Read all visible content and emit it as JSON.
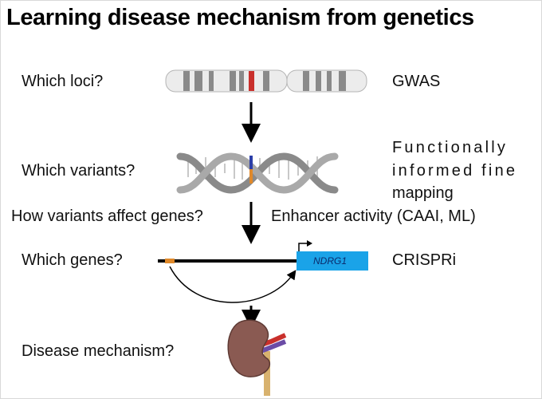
{
  "title": "Learning disease mechanism from genetics",
  "questions": {
    "loci": "Which loci?",
    "variants": "Which variants?",
    "affect": "How variants affect genes?",
    "genes": "Which genes?",
    "mechanism": "Disease mechanism?"
  },
  "methods": {
    "gwas": "GWAS",
    "fine_mapping_line1": "Functionally",
    "fine_mapping_line2": "informed fine",
    "fine_mapping_line3": "mapping",
    "enhancer": "Enhancer activity (CAAI, ML)",
    "crispri": "CRISPRi"
  },
  "gene_name": "NDRG1",
  "colors": {
    "chromosome_band": "#8a8a8a",
    "locus_highlight": "#c9302c",
    "variant_blue": "#2b3ea8",
    "variant_orange": "#e0892a",
    "gene_box": "#1aa3e8",
    "enhancer_mark": "#e0892a"
  },
  "icons": [
    "chromosome-icon",
    "dna-helix-icon",
    "kidney-icon"
  ]
}
